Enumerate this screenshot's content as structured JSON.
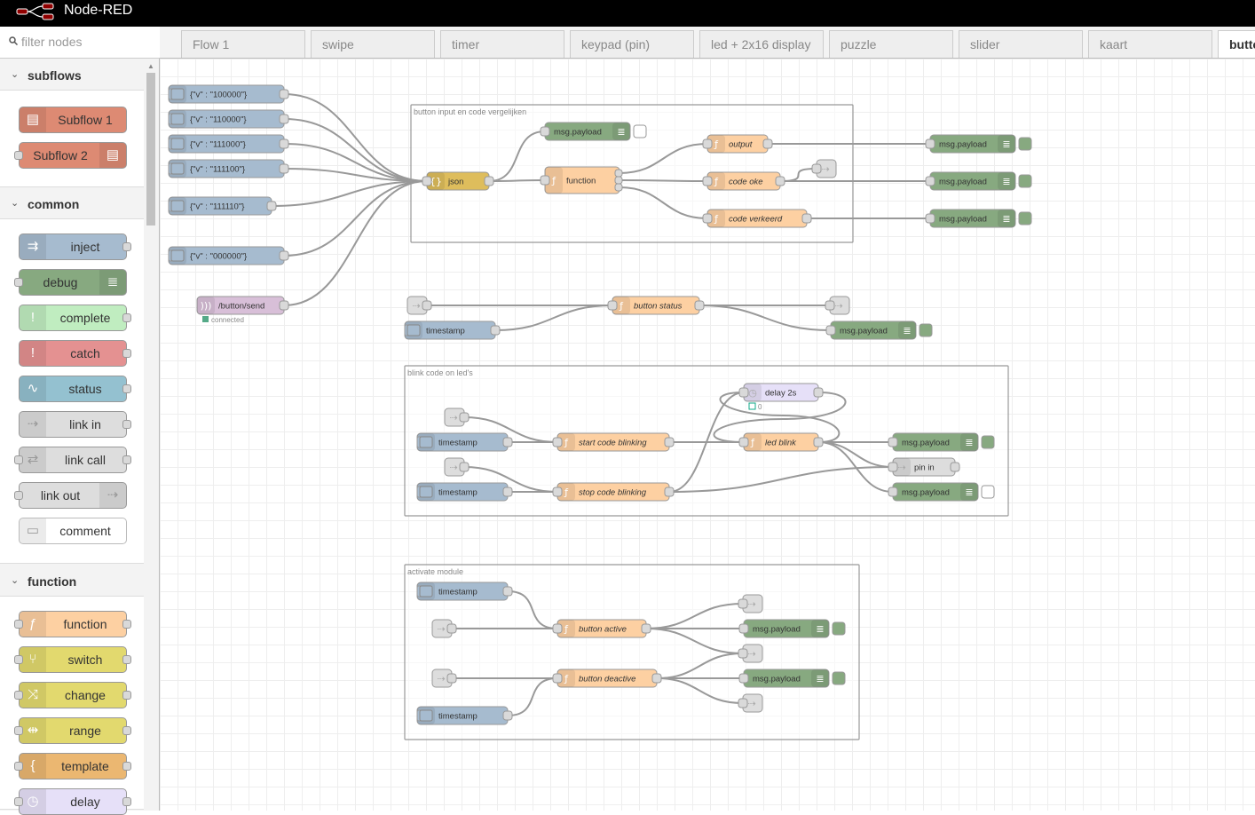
{
  "app": {
    "title": "Node-RED"
  },
  "palette": {
    "filter_placeholder": "filter nodes",
    "categories": [
      {
        "label": "subflows",
        "nodes": [
          {
            "label": "Subflow 1",
            "icon": "subflow-icon",
            "color": "#dd8a73"
          },
          {
            "label": "Subflow 2",
            "icon": "subflow-icon",
            "color": "#dd8a73"
          }
        ]
      },
      {
        "label": "common",
        "nodes": [
          {
            "label": "inject",
            "icon": "arrow-in-icon",
            "color": "#a6bbcf"
          },
          {
            "label": "debug",
            "icon": "list-icon",
            "color": "#87a980"
          },
          {
            "label": "complete",
            "icon": "exclamation-icon",
            "color": "#c0edc0"
          },
          {
            "label": "catch",
            "icon": "exclamation-icon",
            "color": "#e49191"
          },
          {
            "label": "status",
            "icon": "pulse-icon",
            "color": "#94c1d0"
          },
          {
            "label": "link in",
            "icon": "link-in-icon",
            "color": "#dddddd"
          },
          {
            "label": "link call",
            "icon": "link-call-icon",
            "color": "#dddddd"
          },
          {
            "label": "link out",
            "icon": "link-out-icon",
            "color": "#dddddd"
          },
          {
            "label": "comment",
            "icon": "comment-icon",
            "color": "#ffffff"
          }
        ]
      },
      {
        "label": "function",
        "nodes": [
          {
            "label": "function",
            "icon": "function-icon",
            "color": "#fdd0a2"
          },
          {
            "label": "switch",
            "icon": "switch-icon",
            "color": "#e2d96e"
          },
          {
            "label": "change",
            "icon": "shuffle-icon",
            "color": "#e2d96e"
          },
          {
            "label": "range",
            "icon": "range-icon",
            "color": "#e2d96e"
          },
          {
            "label": "template",
            "icon": "brace-icon",
            "color": "#ebb771"
          },
          {
            "label": "delay",
            "icon": "timer-icon",
            "color": "#e6e0f8"
          }
        ]
      }
    ]
  },
  "tabs": [
    "Flow 1",
    "swipe",
    "timer",
    "keypad (pin)",
    "led + 2x16 display",
    "puzzle",
    "slider",
    "kaart",
    "butto"
  ],
  "active_tab": 8,
  "workspace": {
    "groups": [
      {
        "label": "button input en code vergelijken"
      },
      {
        "label": "blink code on led's"
      },
      {
        "label": "activate module"
      }
    ],
    "nodes": {
      "inj1": {
        "label": "{\"v\" : \"100000\"}"
      },
      "inj2": {
        "label": "{\"v\" : \"110000\"}"
      },
      "inj3": {
        "label": "{\"v\" : \"111000\"}"
      },
      "inj4": {
        "label": "{\"v\" : \"111100\"}"
      },
      "inj5": {
        "label": "{\"v\" : \"111110\"}"
      },
      "inj6": {
        "label": "{\"v\" : \"000000\"}"
      },
      "mqtt": {
        "label": "/button/send"
      },
      "json": {
        "label": "json"
      },
      "dbg_top": {
        "label": "msg.payload"
      },
      "func1": {
        "label": "function"
      },
      "output": {
        "label": "output"
      },
      "code_oke": {
        "label": "code oke"
      },
      "code_verkeerd": {
        "label": "code verkeerd"
      },
      "dbg_o1": {
        "label": "msg.payload"
      },
      "dbg_o2": {
        "label": "msg.payload"
      },
      "dbg_o3": {
        "label": "msg.payload"
      },
      "ts1": {
        "label": "timestamp"
      },
      "button_status": {
        "label": "button status"
      },
      "dbg_bs": {
        "label": "msg.payload"
      },
      "ts2": {
        "label": "timestamp"
      },
      "ts3": {
        "label": "timestamp"
      },
      "start_blink": {
        "label": "start code blinking"
      },
      "stop_blink": {
        "label": "stop code blinking"
      },
      "delay2s": {
        "label": "delay 2s"
      },
      "led_blink": {
        "label": "led blink"
      },
      "dbg_b1": {
        "label": "msg.payload"
      },
      "pin_in": {
        "label": "pin in"
      },
      "dbg_b2": {
        "label": "msg.payload"
      },
      "ts4": {
        "label": "timestamp"
      },
      "ts5": {
        "label": "timestamp"
      },
      "btn_active": {
        "label": "button active"
      },
      "btn_deactive": {
        "label": "button deactive"
      },
      "dbg_a1": {
        "label": "msg.payload"
      },
      "dbg_a2": {
        "label": "msg.payload"
      }
    },
    "status": {
      "mqtt": "connected",
      "delay2s": "0"
    }
  }
}
